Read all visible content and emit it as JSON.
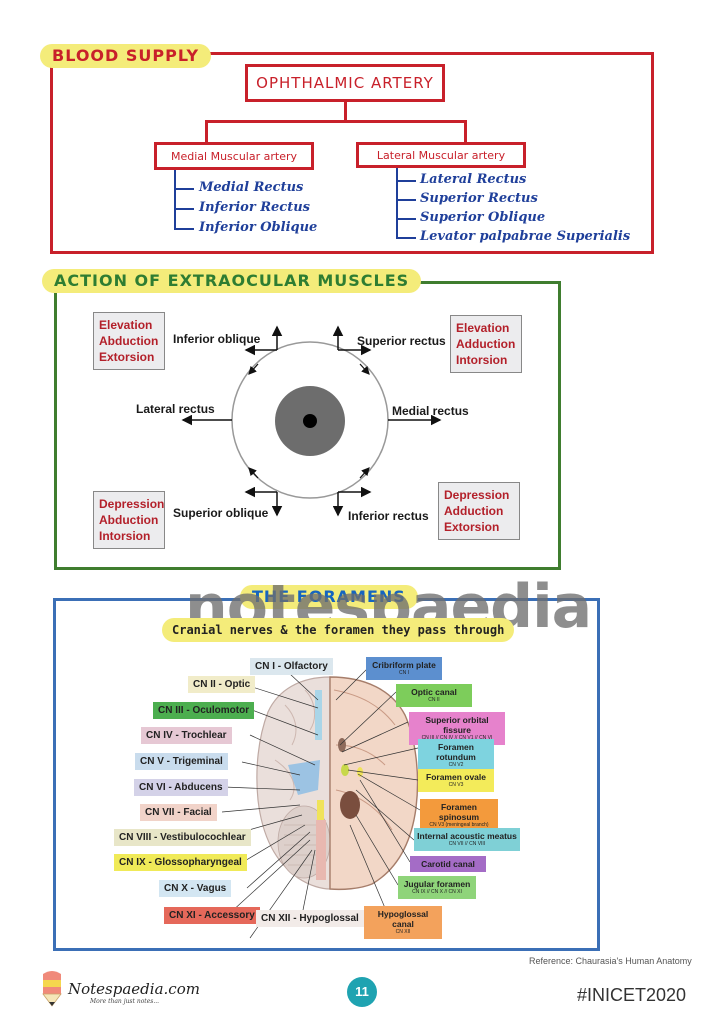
{
  "blood_supply": {
    "heading": "BLOOD SUPPLY",
    "root": "OPHTHALMIC ARTERY",
    "medial": {
      "label": "Medial Muscular artery",
      "items": [
        "Medial Rectus",
        "Inferior Rectus",
        "Inferior Oblique"
      ]
    },
    "lateral": {
      "label": "Lateral Muscular artery",
      "items": [
        "Lateral Rectus",
        "Superior Rectus",
        "Superior Oblique",
        "Levator palpabrae Superialis"
      ]
    }
  },
  "actions": {
    "heading": "ACTION OF EXTRAOCULAR MUSCLES",
    "muscles": {
      "inferior_oblique": "Inferior oblique",
      "superior_rectus": "Superior rectus",
      "lateral_rectus": "Lateral rectus",
      "medial_rectus": "Medial rectus",
      "superior_oblique": "Superior oblique",
      "inferior_rectus": "Inferior rectus"
    },
    "boxes": {
      "top_left": [
        "Elevation",
        "Abduction",
        "Extorsion"
      ],
      "top_right": [
        "Elevation",
        "Adduction",
        "Intorsion"
      ],
      "bottom_left": [
        "Depression",
        "Abduction",
        "Intorsion"
      ],
      "bottom_right": [
        "Depression",
        "Adduction",
        "Extorsion"
      ]
    }
  },
  "foramens": {
    "heading": "THE FORAMENS",
    "watermark": "notespaedia",
    "subtitle": "Cranial nerves & the foramen they pass through",
    "nerves": [
      {
        "label": "CN I - Olfactory",
        "color": "#dbe7ee"
      },
      {
        "label": "CN II - Optic",
        "color": "#f1ecc9"
      },
      {
        "label": "CN III - Oculomotor",
        "color": "#4cae4f"
      },
      {
        "label": "CN IV - Trochlear",
        "color": "#e6c8d4"
      },
      {
        "label": "CN V - Trigeminal",
        "color": "#c9dced"
      },
      {
        "label": "CN VI - Abducens",
        "color": "#d4d2e8"
      },
      {
        "label": "CN VII - Facial",
        "color": "#f1d3c9"
      },
      {
        "label": "CN VIII - Vestibulocochlear",
        "color": "#e8e6c8"
      },
      {
        "label": "CN IX - Glossopharyngeal",
        "color": "#f0ea58"
      },
      {
        "label": "CN X - Vagus",
        "color": "#d3e6f2"
      },
      {
        "label": "CN XI - Accessory",
        "color": "#e5685a"
      },
      {
        "label": "CN XII - Hypoglossal",
        "color": "#f2ebe8"
      }
    ],
    "foramina": [
      {
        "label": "Cribriform plate",
        "sub": "CN I",
        "color": "#5c8fcf"
      },
      {
        "label": "Optic canal",
        "sub": "CN II",
        "color": "#7dcd5b"
      },
      {
        "label": "Superior orbital fissure",
        "sub": "CN III // CN IV // CN V1 // CN VI",
        "color": "#e682cc"
      },
      {
        "label": "Foramen rotundum",
        "sub": "CN V2",
        "color": "#7ed3df"
      },
      {
        "label": "Foramen ovale",
        "sub": "CN V3",
        "color": "#f3eb5a"
      },
      {
        "label": "Foramen spinosum",
        "sub": "CN V3 (meningeal branch)",
        "color": "#f39a3c"
      },
      {
        "label": "Internal acoustic meatus",
        "sub": "CN VII // CN VIII",
        "color": "#7fd0d6"
      },
      {
        "label": "Carotid canal",
        "sub": "",
        "color": "#a46cc6"
      },
      {
        "label": "Jugular foramen",
        "sub": "CN IX // CN X // CN XI",
        "color": "#8fd47a"
      },
      {
        "label": "Hypoglossal canal",
        "sub": "CN XII",
        "color": "#f3a25c"
      }
    ]
  },
  "footer": {
    "reference": "Reference: Chaurasia's Human Anatomy",
    "brand": "Notespaedia.com",
    "tagline": "More than just notes...",
    "page": "11",
    "hashtag": "#INICET2020"
  }
}
